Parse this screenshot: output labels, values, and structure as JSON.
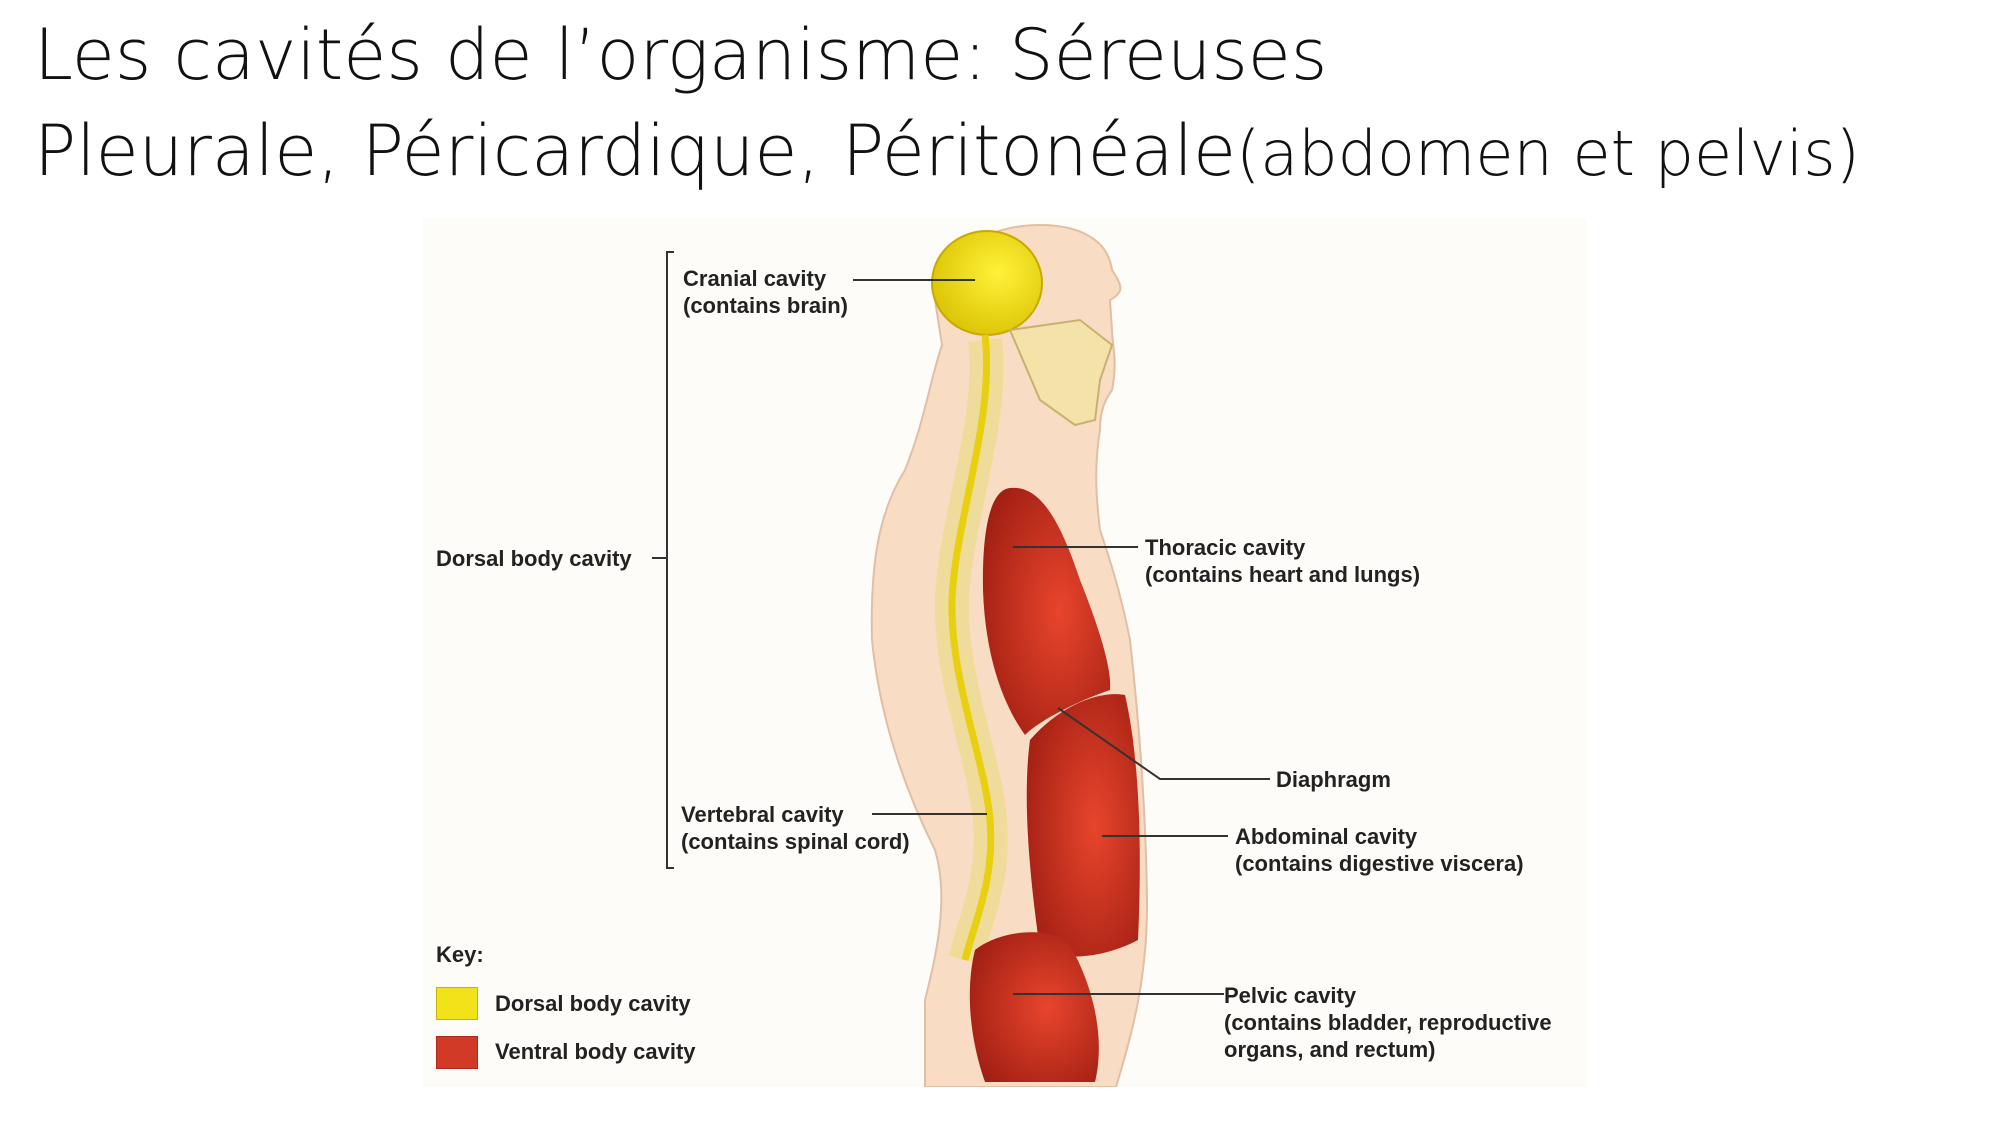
{
  "slide": {
    "title_line1": "Les cavités de l’organisme: Séreuses",
    "title_line2_main": "Pleurale, Péricardique, Péritonéale",
    "title_line2_paren": "(abdomen et pelvis)"
  },
  "diagram": {
    "labels": {
      "cranial_1": "Cranial cavity",
      "cranial_2": "(contains brain)",
      "dorsal": "Dorsal body cavity",
      "thoracic_1": "Thoracic cavity",
      "thoracic_2": "(contains heart and lungs)",
      "diaphragm": "Diaphragm",
      "vertebral_1": "Vertebral cavity",
      "vertebral_2": "(contains spinal cord)",
      "abdominal_1": "Abdominal cavity",
      "abdominal_2": "(contains digestive viscera)",
      "pelvic_1": "Pelvic cavity",
      "pelvic_2": "(contains bladder, reproductive",
      "pelvic_3": "organs, and rectum)"
    },
    "key": {
      "title": "Key:",
      "items": [
        {
          "label": "Dorsal body cavity",
          "color": "#f2e21a"
        },
        {
          "label": "Ventral body cavity",
          "color": "#d03a26"
        }
      ]
    },
    "colors": {
      "skin": "#f8dcc4",
      "bone": "#f3e3a8",
      "dorsal": "#f2e21a",
      "ventral": "#c8321f"
    }
  }
}
